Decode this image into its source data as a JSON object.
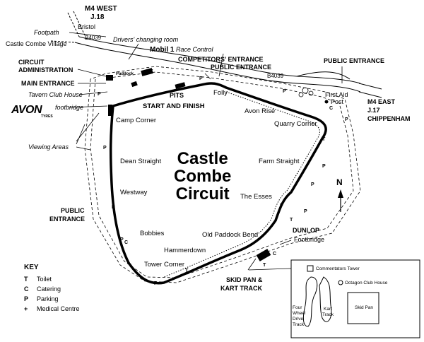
{
  "title_lines": [
    "Castle",
    "Combe",
    "Circuit"
  ],
  "roads": {
    "m4_west": "M4 WEST",
    "j18": "J.18",
    "bristol": "Bristol",
    "b4039_top": "B4039",
    "b4039_right": "B4039",
    "m4_east": "M4 EAST",
    "j17": "J.17",
    "chippenham": "CHIPPENHAM",
    "footpath": "Footpath",
    "castle_combe_village": "Castle Combe Village"
  },
  "facilities": {
    "drivers_changing_room": "Drivers' changing room",
    "mobil": "Mobil 1",
    "race_control": "Race Control",
    "competitors_entrance": "COMPETITORS' ENTRANCE",
    "public_entrance_top": "PUBLIC ENTRANCE",
    "public_entrance_right": "PUBLIC ENTRANCE",
    "circuit_admin_1": "CIRCUIT",
    "circuit_admin_2": "ADMINISTRATION",
    "paddock": "Paddock",
    "main_entrance": "MAIN ENTRANCE",
    "tavern": "Tavern Club House",
    "footbridge_left": "footbridge",
    "pits": "PITS",
    "start_finish": "START AND FINISH",
    "first_aid_1": "First Aid",
    "first_aid_2": "Post",
    "viewing_areas": "Viewing Areas",
    "public_entrance_left_1": "PUBLIC",
    "public_entrance_left_2": "ENTRANCE",
    "dunlop": "DUNLOP",
    "footbridge_right": "Footbridge",
    "skid_pan_1": "SKID PAN &",
    "skid_pan_2": "KART TRACK"
  },
  "sponsor": {
    "avon": "AVON",
    "tyres": "TYRES"
  },
  "corners": {
    "folly": "Folly",
    "avon_rise": "Avon Rise",
    "quarry_corner": "Quarry Corner",
    "camp_corner": "Camp Corner",
    "dean_straight": "Dean Straight",
    "farm_straight": "Farm Straight",
    "westway": "Westway",
    "the_esses": "The Esses",
    "bobbies": "Bobbies",
    "old_paddock_bend": "Old Paddock Bend",
    "hammerdown": "Hammerdown",
    "tower_corner": "Tower Corner"
  },
  "compass": "N",
  "key": {
    "heading": "KEY",
    "items": [
      {
        "symbol": "T",
        "label": "Toilet"
      },
      {
        "symbol": "C",
        "label": "Catering"
      },
      {
        "symbol": "P",
        "label": "Parking"
      },
      {
        "symbol": "+",
        "label": "Medical Centre"
      }
    ]
  },
  "inset": {
    "commentators_tower": "Commentators Tower",
    "octagon": "Octagon Club House",
    "four_wheel_1": "Four",
    "four_wheel_2": "Wheel",
    "four_wheel_3": "Drive",
    "four_wheel_4": "Track",
    "kart_1": "Kart",
    "kart_2": "Track",
    "skid_pan": "Skid Pan"
  },
  "map_symbols": [
    "T",
    "P",
    "P",
    "P",
    "C",
    "P",
    "P",
    "P",
    "P",
    "T",
    "T",
    "P",
    "P",
    "C",
    "P",
    "P",
    "T",
    "C",
    "T",
    "P"
  ]
}
